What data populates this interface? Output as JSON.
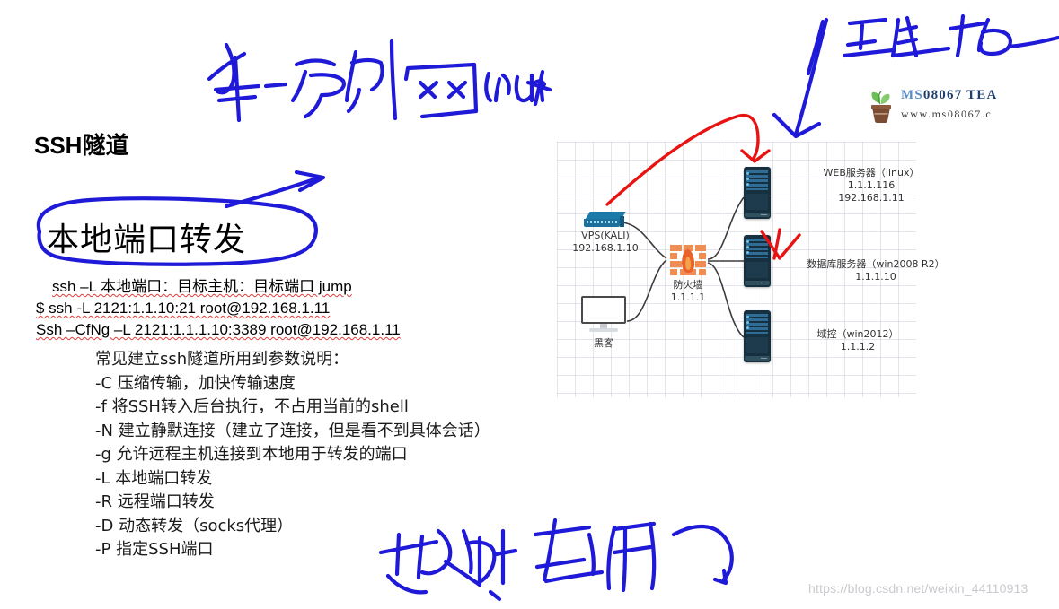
{
  "slide": {
    "title": "SSH隧道",
    "heading": "本地端口转发"
  },
  "commands": [
    "ssh –L 本地端口：目标主机：目标端口 jump",
    "$ ssh -L 2121:1.1.10:21 root@192.168.1.11",
    "Ssh –CfNg –L 2121:1.1.1.10:3389 root@192.168.1.11"
  ],
  "params": {
    "intro": "常见建立ssh隧道所用到参数说明：",
    "items": [
      {
        "flag": "-C",
        "desc": "压缩传输，加快传输速度"
      },
      {
        "flag": "-f",
        "desc": "将SSH转入后台执行，不占用当前的shell"
      },
      {
        "flag": "-N",
        "desc": "建立静默连接（建立了连接，但是看不到具体会话）"
      },
      {
        "flag": "-g",
        "desc": "允许远程主机连接到本地用于转发的端口"
      },
      {
        "flag": "-L",
        "desc": "本地端口转发"
      },
      {
        "flag": "-R",
        "desc": "远程端口转发"
      },
      {
        "flag": "-D",
        "desc": "动态转发（socks代理）"
      },
      {
        "flag": "-P",
        "desc": "指定SSH端口"
      }
    ]
  },
  "diagram": {
    "nodes": {
      "vps": {
        "label_line1": "VPS(KALI)",
        "label_line2": "192.168.1.10"
      },
      "hacker": {
        "label_line1": "黑客"
      },
      "firewall": {
        "label_line1": "防火墙",
        "label_line2": "1.1.1.1"
      },
      "web": {
        "label_line1": "WEB服务器（linux）",
        "label_line2": "1.1.1.116",
        "label_line3": "192.168.1.11"
      },
      "db": {
        "label_line1": "数据库服务器（win2008 R2）",
        "label_line2": "1.1.1.10"
      },
      "dc": {
        "label_line1": "域控（win2012）",
        "label_line2": "1.1.1.2"
      }
    }
  },
  "annotations": {
    "ink_color": "#1f19d8",
    "arrow_color": "#e81414",
    "top_note": "拿一台外网linux",
    "topright_note": "正常 报",
    "bottom_note": "怎么玩，走向"
  },
  "logo": {
    "name_ms": "MS",
    "name_rest": "08067 TEA",
    "site": "www.ms08067.c"
  },
  "watermark": "https://blog.csdn.net/weixin_44110913",
  "colors": {
    "ink": "#1f19d8",
    "red_arrow": "#e81414",
    "router_blue": "#1d6f9c",
    "server_dark": "#17303f",
    "firewall_orange": "#ef8d52",
    "logo_blue": "#5b8bc4"
  }
}
